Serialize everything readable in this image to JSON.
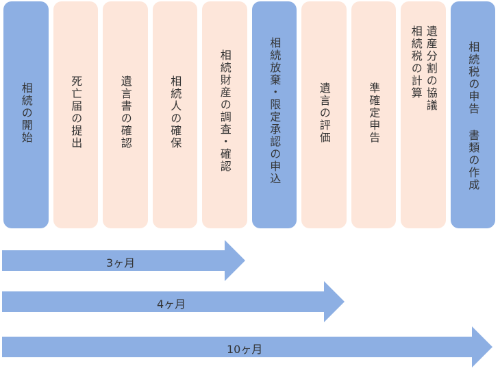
{
  "colors": {
    "peach": "#fde6da",
    "blue": "#8dafe3",
    "text": "#333333"
  },
  "steps": [
    {
      "label": "相続の開始",
      "style": "blue"
    },
    {
      "label": "死亡届の提出",
      "style": "peach"
    },
    {
      "label": "遺言書の確認",
      "style": "peach"
    },
    {
      "label": "相続人の確保",
      "style": "peach"
    },
    {
      "label": "相続財産の調査・確認",
      "style": "peach"
    },
    {
      "label": "相続放棄・限定承認の申込",
      "style": "blue"
    },
    {
      "label": "遺言の評価",
      "style": "peach"
    },
    {
      "label": "準確定申告",
      "style": "peach"
    },
    {
      "label": "遺産分割の協議\n相続税の計算",
      "style": "peach"
    },
    {
      "label": "相続税の申告 書類の作成",
      "style": "blue"
    }
  ],
  "deadlines": [
    {
      "label": "3ヶ月"
    },
    {
      "label": "4ヶ月"
    },
    {
      "label": "10ヶ月"
    }
  ]
}
